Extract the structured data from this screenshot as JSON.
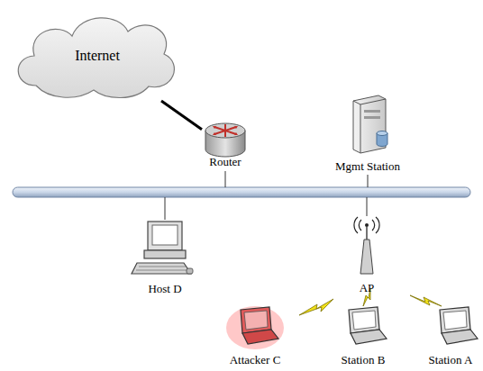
{
  "diagram": {
    "nodes": [
      {
        "text": [
          "Internet"
        ]
      },
      {
        "text": [
          "Router"
        ]
      },
      {
        "text": [
          "Mgmt Station"
        ]
      },
      {
        "text": [
          "Host D"
        ]
      },
      {
        "text": [
          "AP"
        ]
      },
      {
        "text": [
          "Attacker C"
        ]
      },
      {
        "text": [
          "Station B"
        ]
      },
      {
        "text": [
          "Station A"
        ]
      }
    ],
    "edges": [
      {
        "from": 0,
        "to": 1,
        "arrow": "none"
      }
    ]
  }
}
